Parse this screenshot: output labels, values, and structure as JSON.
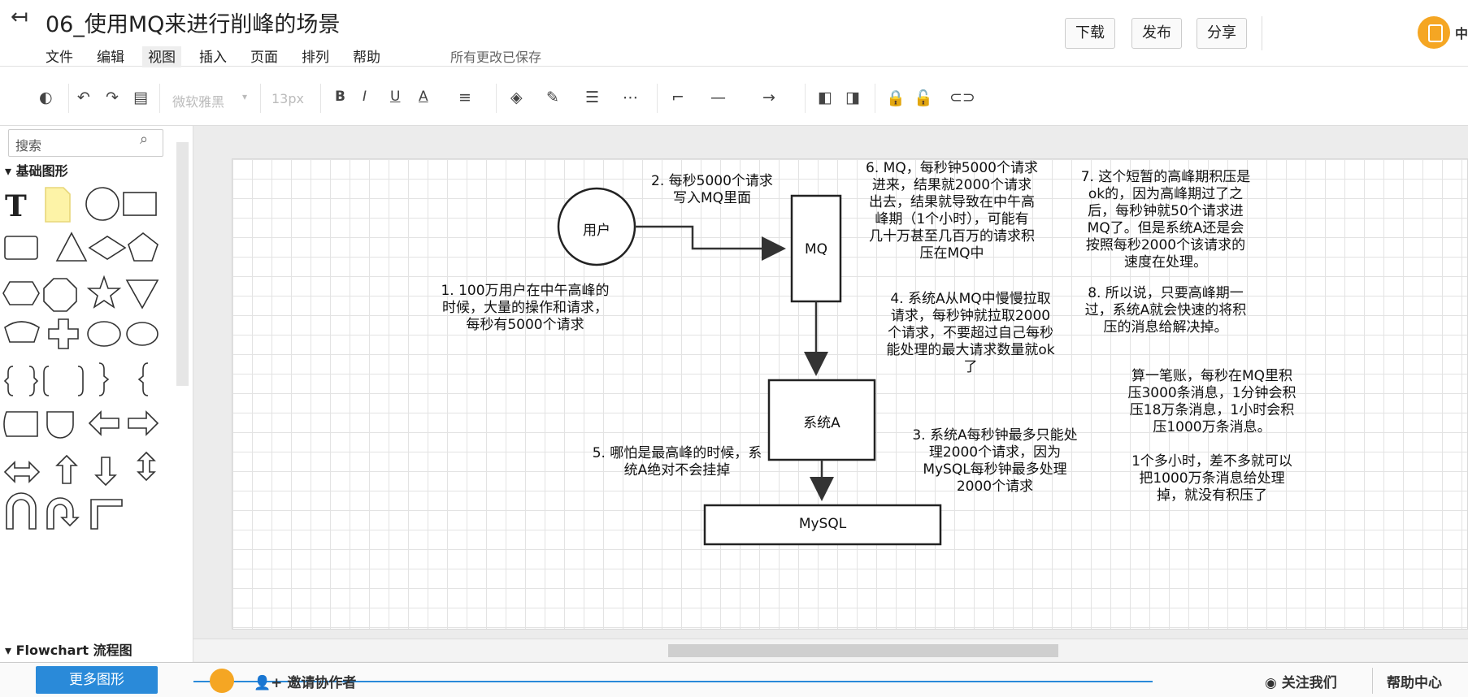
{
  "header": {
    "title": "06_使用MQ来进行削峰的场景",
    "menu": [
      "文件",
      "编辑",
      "视图",
      "插入",
      "页面",
      "排列",
      "帮助"
    ],
    "saved_status": "所有更改已保存",
    "buttons": {
      "download": "下载",
      "publish": "发布",
      "share": "分享"
    },
    "user_initial": "中"
  },
  "toolbar": {
    "font_name": "微软雅黑",
    "font_size": "13px",
    "bold": "B",
    "italic": "I",
    "underline": "U",
    "font_color": "A"
  },
  "sidebar": {
    "search_placeholder": "搜索",
    "section_basic": "基础图形",
    "section_flowchart": "Flowchart 流程图",
    "text_tool": "T"
  },
  "diagram": {
    "nodes": {
      "user": "用户",
      "mq": "MQ",
      "system_a": "系统A",
      "mysql": "MySQL"
    },
    "notes": {
      "n1": "1. 100万用户在中午高峰的\n时候，大量的操作和请求，\n每秒有5000个请求",
      "n2": "2. 每秒5000个请求\n写入MQ里面",
      "n3": "3. 系统A每秒钟最多只能处\n理2000个请求，因为\nMySQL每秒钟最多处理\n2000个请求",
      "n4": "4. 系统A从MQ中慢慢拉取\n请求，每秒钟就拉取2000\n个请求，不要超过自己每秒\n能处理的最大请求数量就ok\n了",
      "n5": "5. 哪怕是最高峰的时候，系\n统A绝对不会挂掉",
      "n6": "6. MQ，每秒钟5000个请求\n进来，结果就2000个请求\n出去，结果就导致在中午高\n峰期（1个小时），可能有\n几十万甚至几百万的请求积\n压在MQ中",
      "n7": "7. 这个短暂的高峰期积压是\nok的，因为高峰期过了之\n后，每秒钟就50个请求进\nMQ了。但是系统A还是会\n按照每秒2000个该请求的\n速度在处理。",
      "n8": "8. 所以说，只要高峰期一\n过，系统A就会快速的将积\n压的消息给解决掉。",
      "n9": "算一笔账，每秒在MQ里积\n压3000条消息，1分钟会积\n压18万条消息，1小时会积\n压1000万条消息。\n\n1个多小时，差不多就可以\n把1000万条消息给处理\n掉，就没有积压了"
    }
  },
  "bottom": {
    "more_shapes": "更多图形",
    "invite": "邀请协作者",
    "follow": "关注我们",
    "help": "帮助中心"
  },
  "colors": {
    "accent": "#2a8ad9",
    "avatar": "#f5a623"
  }
}
